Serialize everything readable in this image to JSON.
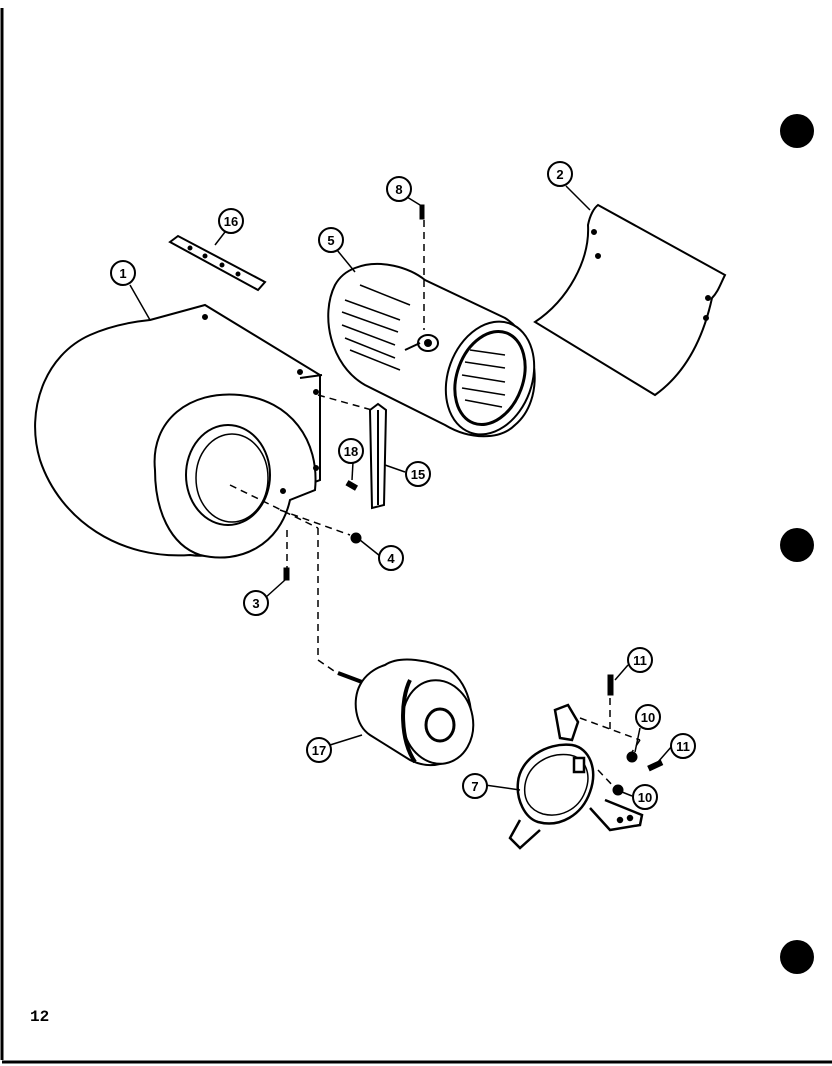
{
  "page": {
    "number": "12"
  },
  "callouts": {
    "c1": "1",
    "c2": "2",
    "c3": "3",
    "c4": "4",
    "c5": "5",
    "c7": "7",
    "c8": "8",
    "c10a": "10",
    "c10b": "10",
    "c11a": "11",
    "c11b": "11",
    "c15": "15",
    "c16": "16",
    "c17": "17",
    "c18": "18"
  },
  "colors": {
    "ink": "#000000",
    "paper": "#ffffff"
  }
}
